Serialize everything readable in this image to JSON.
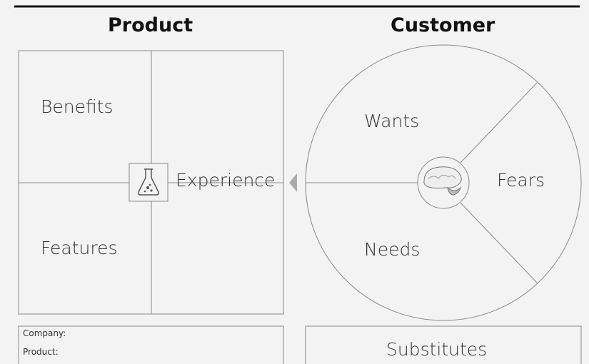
{
  "product": {
    "title": "Product",
    "benefits": "Benefits",
    "features": "Features",
    "experience": "Experience",
    "flask_icon": "flask-icon"
  },
  "customer": {
    "title": "Customer",
    "wants": "Wants",
    "fears": "Fears",
    "needs": "Needs",
    "brain_icon": "brain-icon"
  },
  "info": {
    "company": "Company:",
    "product": "Product:"
  },
  "substitutes": "Substitutes"
}
